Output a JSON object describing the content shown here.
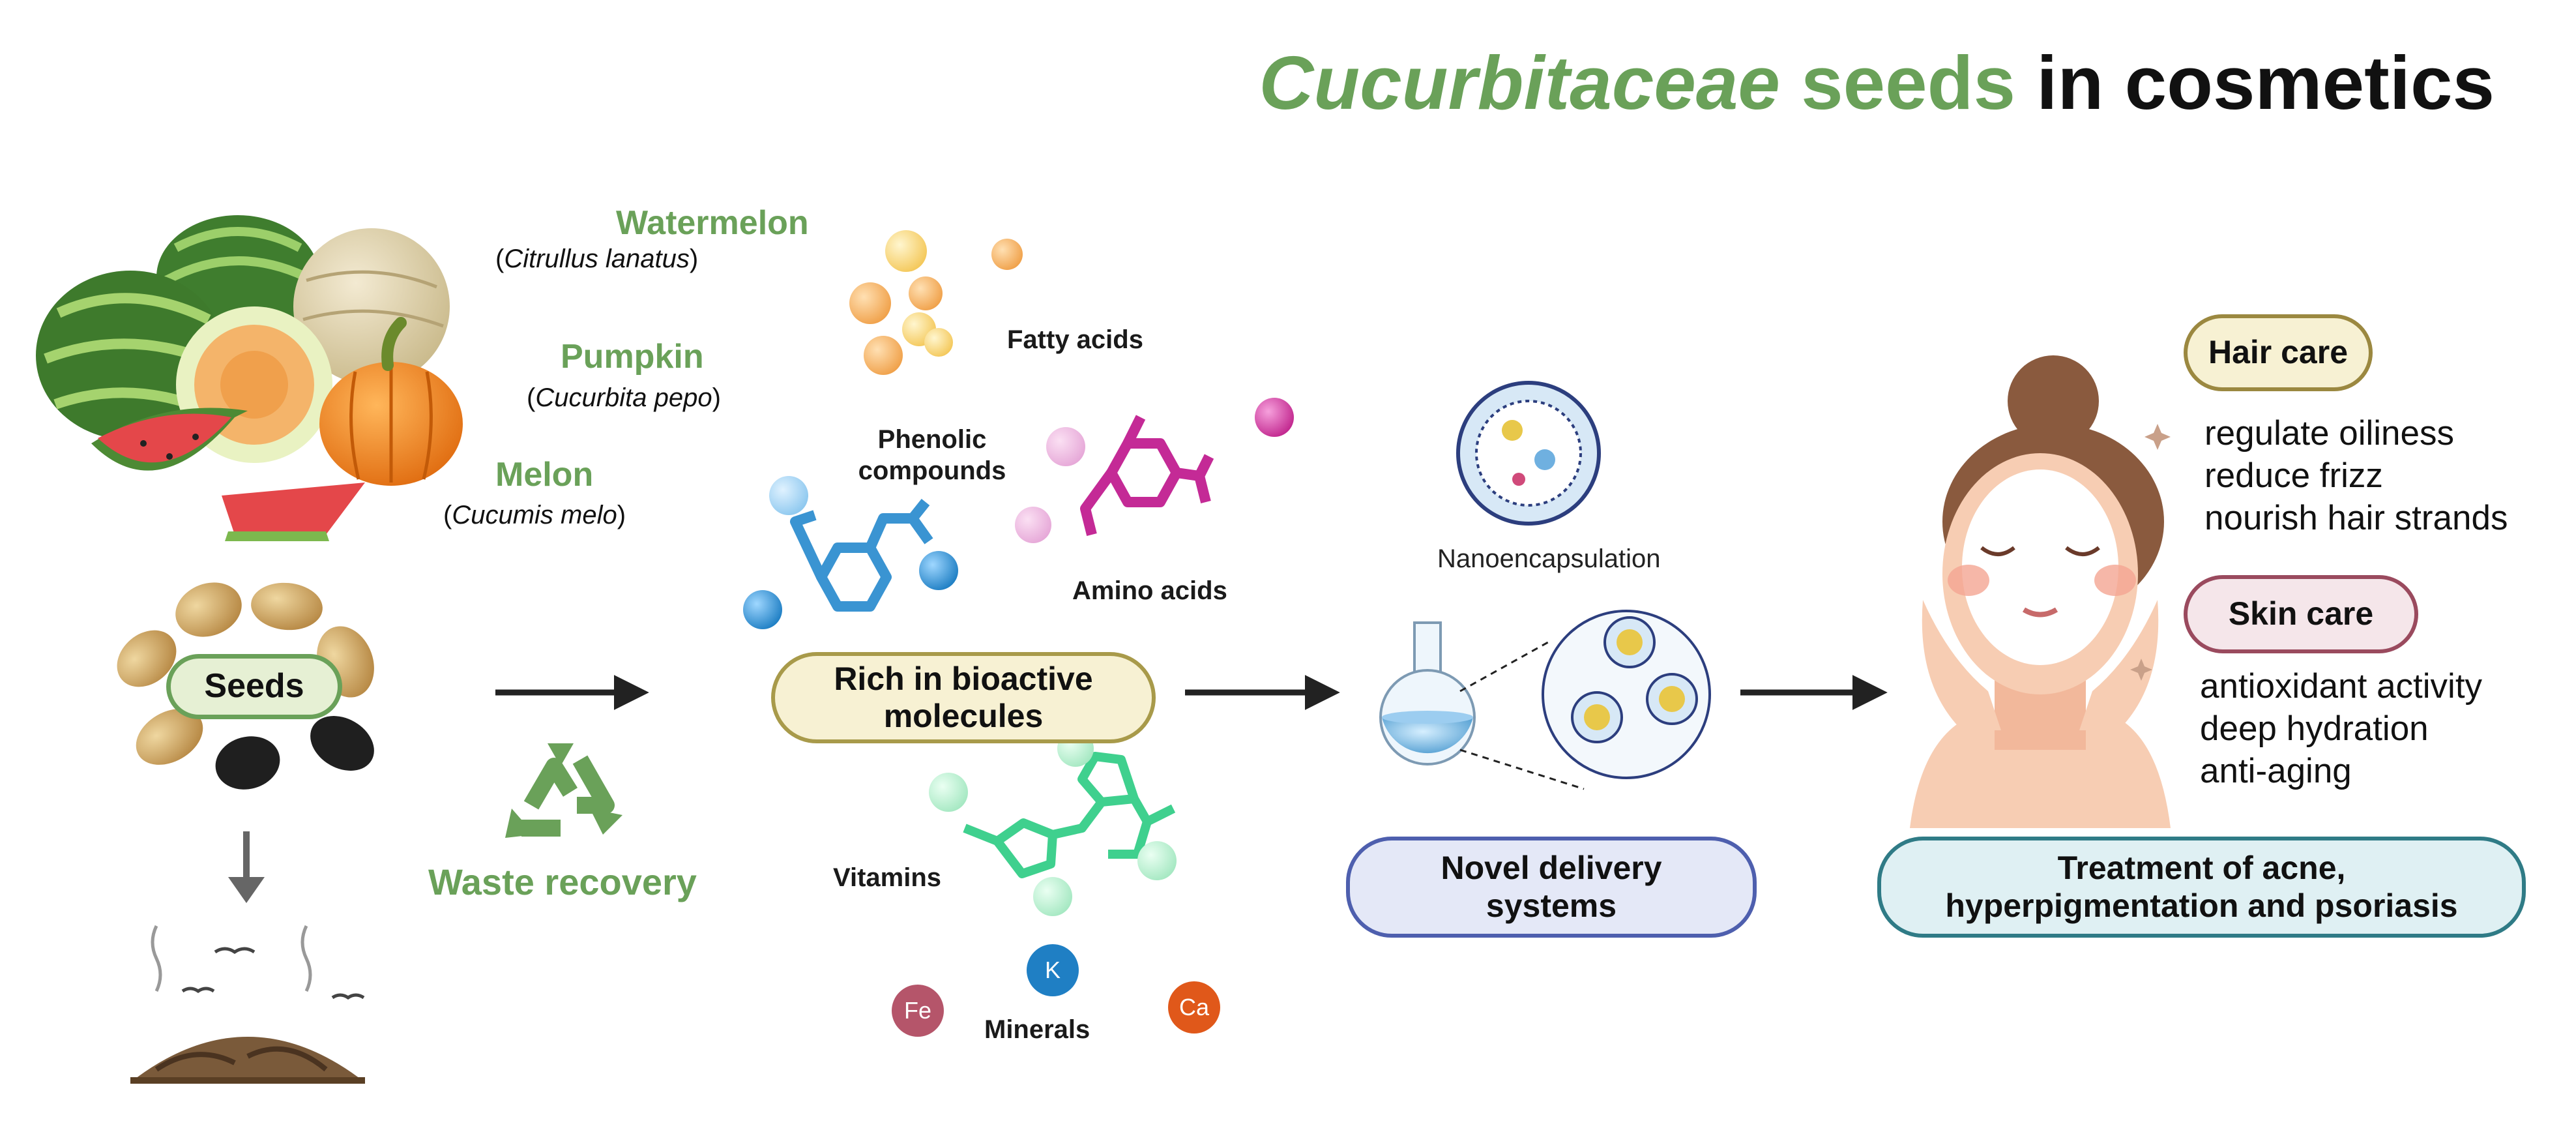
{
  "title": {
    "italic_part": "Cucurbitaceae",
    "green_part": " seeds",
    "black_part": " in cosmetics"
  },
  "fruits": [
    {
      "common": "Watermelon",
      "scientific": "Citrullus lanatus"
    },
    {
      "common": "Pumpkin",
      "scientific": "Cucurbita pepo"
    },
    {
      "common": "Melon",
      "scientific": "Cucumis melo"
    }
  ],
  "seeds_label": "Seeds",
  "waste_label": "Waste recovery",
  "bioactive_label": "Rich in bioactive molecules",
  "molecules": {
    "fatty_acids": "Fatty acids",
    "phenolic": "Phenolic compounds",
    "amino_acids": "Amino acids",
    "vitamins": "Vitamins",
    "minerals": "Minerals",
    "mineral_symbols": [
      "Fe",
      "K",
      "Ca"
    ]
  },
  "nano_label": "Nanoencapsulation",
  "delivery_label": "Novel delivery systems",
  "hair_care": {
    "label": "Hair care",
    "benefits": [
      "regulate oiliness",
      "reduce frizz",
      "nourish hair strands"
    ]
  },
  "skin_care": {
    "label": "Skin care",
    "benefits": [
      "antioxidant activity",
      "deep hydration",
      "anti-aging"
    ]
  },
  "treatment_label": "Treatment of acne, hyperpigmentation and psoriasis",
  "colors": {
    "green": "#6aa159",
    "arrow": "#222222",
    "seeds_pill_fill": "#e6f0d4",
    "bioactive_pill_fill": "#f7f1d3",
    "bioactive_pill_border": "#a89a4a",
    "delivery_pill_fill": "#e4e8f7",
    "delivery_pill_border": "#4e5fae",
    "treatment_pill_fill": "#dff0f3",
    "treatment_pill_border": "#2f7b86",
    "hair_pill_fill": "#f7f1d3",
    "hair_pill_border": "#9b8840",
    "skin_pill_fill": "#f5e6ea",
    "skin_pill_border": "#9a4a5e"
  }
}
